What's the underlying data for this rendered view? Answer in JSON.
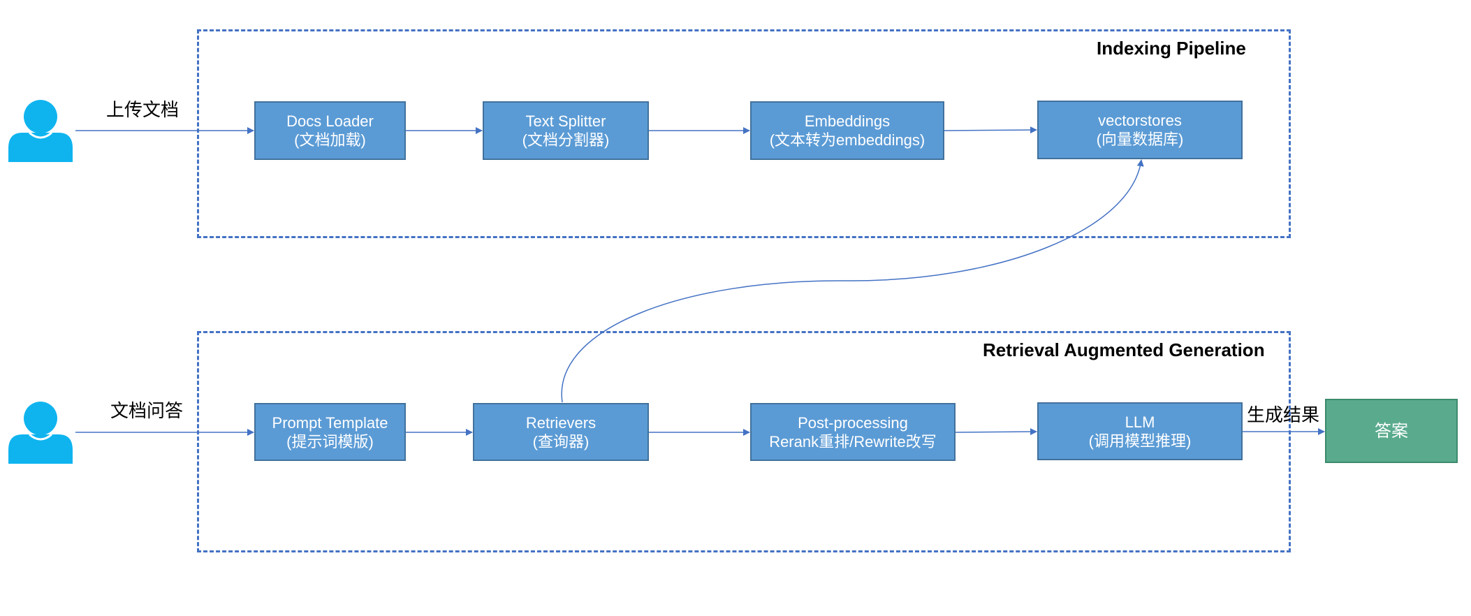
{
  "groups": {
    "indexing": {
      "title": "Indexing Pipeline"
    },
    "rag": {
      "title": "Retrieval Augmented Generation"
    }
  },
  "labels": {
    "upload": "上传文档",
    "qa": "文档问答",
    "generate": "生成结果"
  },
  "nodes": {
    "docs_loader": {
      "line1": "Docs Loader",
      "line2": "(文档加载)"
    },
    "text_splitter": {
      "line1": "Text Splitter",
      "line2": "(文档分割器)"
    },
    "embeddings": {
      "line1": "Embeddings",
      "line2": "(文本转为embeddings)"
    },
    "vectorstores": {
      "line1": "vectorstores",
      "line2": "(向量数据库)"
    },
    "prompt_template": {
      "line1": "Prompt Template",
      "line2": "(提示词模版)"
    },
    "retrievers": {
      "line1": "Retrievers",
      "line2": "(查询器)"
    },
    "post_processing": {
      "line1": "Post-processing",
      "line2": "Rerank重排/Rewrite改写"
    },
    "llm": {
      "line1": "LLM",
      "line2": "(调用模型推理)"
    },
    "answer": {
      "line1": "答案"
    }
  },
  "colors": {
    "node_fill": "#5b9bd5",
    "node_border": "#41719c",
    "answer_fill": "#5aab8e",
    "frame": "#4472c4",
    "arrow": "#4472c4",
    "actor": "#0fb4ef"
  },
  "icons": {
    "actor": "user-icon"
  }
}
